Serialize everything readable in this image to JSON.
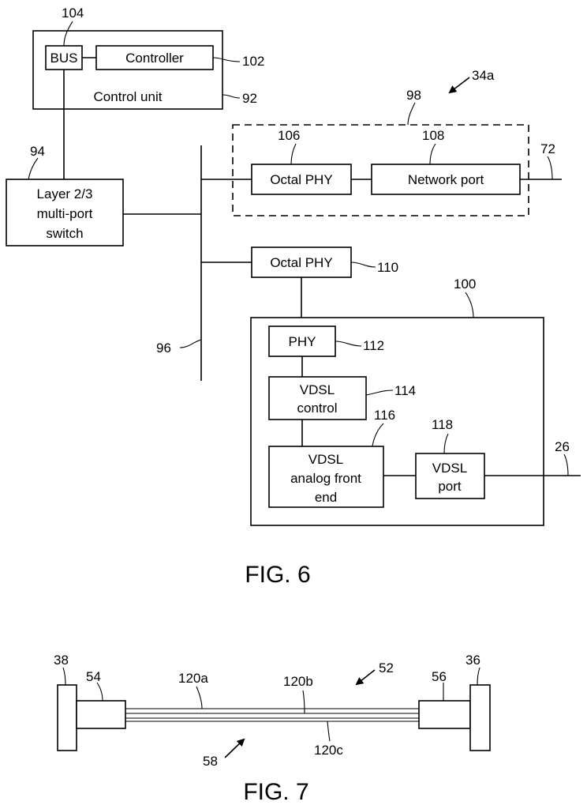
{
  "fig6": {
    "title": "FIG. 6",
    "control_unit": {
      "label": "Control unit",
      "ref": "92"
    },
    "bus": {
      "label": "BUS",
      "ref": "104"
    },
    "controller": {
      "label": "Controller",
      "ref": "102"
    },
    "switch": {
      "line1": "Layer 2/3",
      "line2": "multi-port",
      "line3": "switch",
      "ref": "94"
    },
    "backplane": {
      "ref": "96"
    },
    "group_98": {
      "ref": "98"
    },
    "octal_phy_1": {
      "label": "Octal PHY",
      "ref": "106"
    },
    "network_port": {
      "label": "Network port",
      "ref": "108"
    },
    "network_link": {
      "ref": "72"
    },
    "arrow_34a": {
      "ref": "34a"
    },
    "octal_phy_2": {
      "label": "Octal PHY",
      "ref": "110"
    },
    "module_100": {
      "ref": "100"
    },
    "phy": {
      "label": "PHY",
      "ref": "112"
    },
    "vdsl_control": {
      "line1": "VDSL",
      "line2": "control",
      "ref": "114"
    },
    "vdsl_afe": {
      "line1": "VDSL",
      "line2": "analog front",
      "line3": "end",
      "ref": "116"
    },
    "vdsl_port": {
      "line1": "VDSL",
      "line2": "port",
      "ref": "118"
    },
    "vdsl_link": {
      "ref": "26"
    }
  },
  "fig7": {
    "title": "FIG. 7",
    "refs": {
      "end_left": "38",
      "connector_left": "54",
      "wire_a": "120a",
      "wire_b": "120b",
      "arrow_52": "52",
      "connector_right": "56",
      "end_right": "36",
      "wire_c": "120c",
      "arrow_58": "58"
    }
  }
}
